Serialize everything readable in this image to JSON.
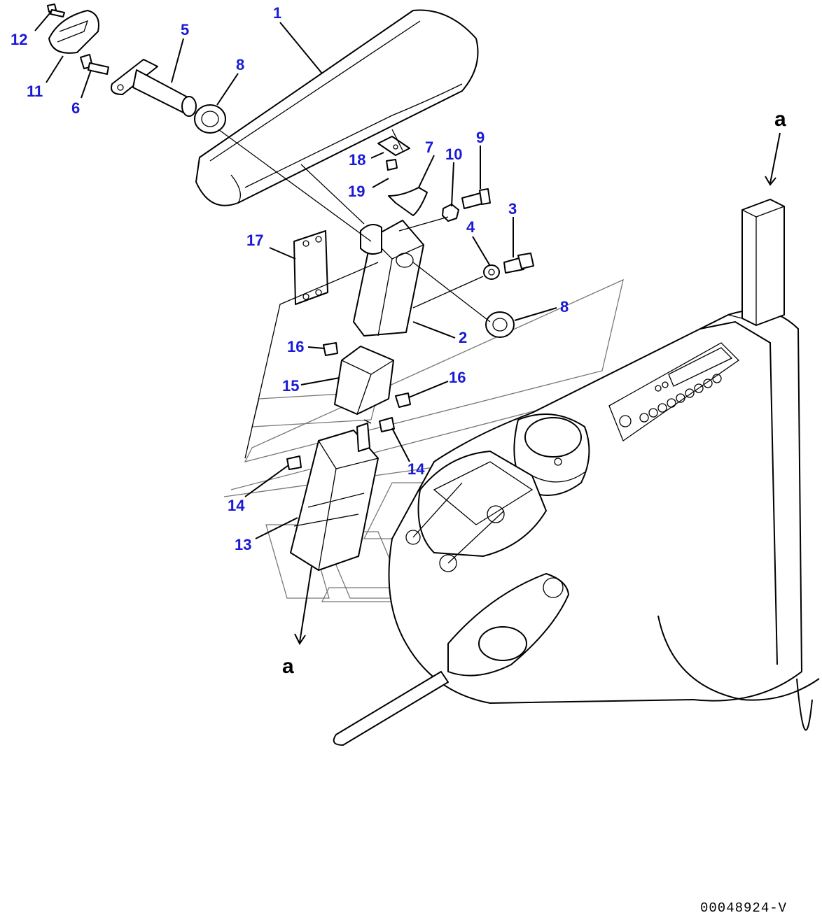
{
  "diagram": {
    "type": "exploded-parts-diagram",
    "callouts": [
      "1",
      "2",
      "3",
      "4",
      "5",
      "6",
      "7",
      "8",
      "8",
      "9",
      "10",
      "11",
      "12",
      "13",
      "14",
      "14",
      "15",
      "16",
      "16",
      "17",
      "18",
      "19"
    ],
    "view_labels": [
      "a",
      "a"
    ],
    "drawing_code": "00048924-V",
    "colors": {
      "callout_text": "#1a1ad6",
      "line_art": "#000000",
      "watermark": "#777777"
    }
  }
}
